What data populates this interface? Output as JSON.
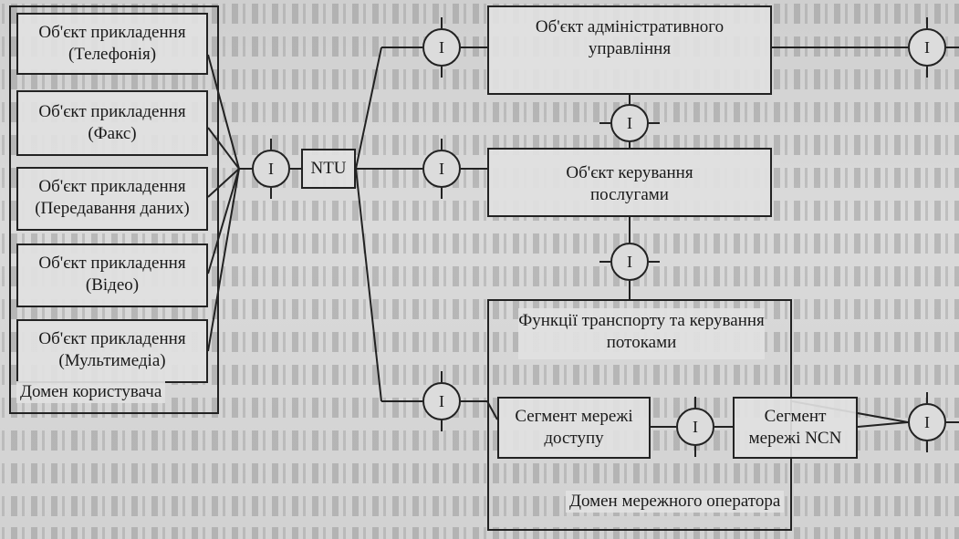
{
  "interface_label": "I",
  "user_domain": {
    "label": "Домен користувача",
    "applications": [
      {
        "line1": "Об'єкт прикладення",
        "line2": "(Телефонія)"
      },
      {
        "line1": "Об'єкт прикладення",
        "line2": "(Факс)"
      },
      {
        "line1": "Об'єкт прикладення",
        "line2": "(Передавання даних)"
      },
      {
        "line1": "Об'єкт прикладення",
        "line2": "(Відео)"
      },
      {
        "line1": "Об'єкт прикладення",
        "line2": "(Мультимедіа)"
      }
    ]
  },
  "ntu": {
    "label": "NTU"
  },
  "admin_object": {
    "line1": "Об'єкт адміністративного",
    "line2": "управління"
  },
  "service_object": {
    "line1": "Об'єкт керування",
    "line2": "послугами"
  },
  "transport": {
    "line1": "Функції транспорту та керування",
    "line2": "потоками"
  },
  "access_segment": {
    "line1": "Сегмент мережі",
    "line2": "доступу"
  },
  "ncn_segment": {
    "line1": "Сегмент",
    "line2": "мережі NCN"
  },
  "operator_domain": {
    "label": "Домен мережного оператора"
  }
}
